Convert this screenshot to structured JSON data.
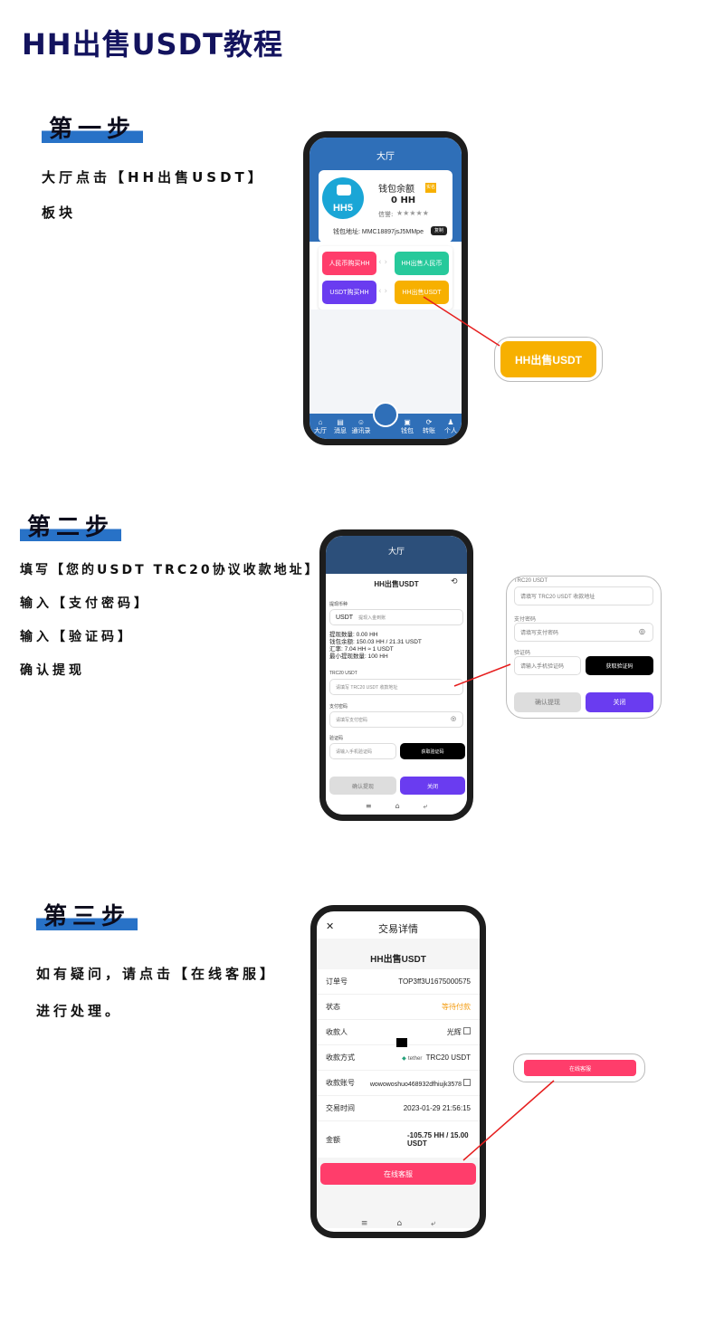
{
  "title": "HH出售USDT教程",
  "step1": {
    "heading": "第一步",
    "line1": "大厅点击【HH出售USDT】",
    "line2": "板块",
    "app_header": "大厅",
    "wallet_title": "钱包余额",
    "wallet_badge": "实名",
    "balance": "0 HH",
    "credit_label": "信誉:",
    "stars": "★★★★★",
    "logo_text": "HH5",
    "address": "钱包地址: MMC18897jsJ5MMpe",
    "copy": "复制",
    "buttons": [
      "人民币购买HH",
      "HH出售人民币",
      "USDT购买HH",
      "HH出售USDT"
    ],
    "callout": "HH出售USDT",
    "nav": [
      "大厅",
      "消息",
      "通讯录",
      "钱包",
      "转账",
      "个人"
    ]
  },
  "step2": {
    "heading": "第二步",
    "lines": [
      "填写【您的USDT TRC20协议收款地址】",
      "输入【支付密码】",
      "输入【验证码】",
      "确认提现"
    ],
    "app_header": "大厅",
    "modal_title": "HH出售USDT",
    "currency_label": "提现币种",
    "currency_value": "USDT",
    "currency_hint": "提现入金到账",
    "info": [
      "提现数量: 0.00 HH",
      "钱包余额: 150.03 HH / 21.31 USDT",
      "汇率: 7.04 HH ≈ 1 USDT",
      "最小提现数量: 100 HH"
    ],
    "addr_label": "TRC20 USDT",
    "addr_placeholder": "请填写 TRC20 USDT 收款地址",
    "pwd_label": "支付密码",
    "pwd_placeholder": "请填写支付密码",
    "code_label": "验证码",
    "code_placeholder": "请输入手机验证码",
    "get_code": "获取验证码",
    "confirm": "确认提现",
    "close": "关闭"
  },
  "step3": {
    "heading": "第三步",
    "line1": "如有疑问，请点击【在线客服】",
    "line2": "进行处理。",
    "close_x": "✕",
    "header": "交易详情",
    "subtitle": "HH出售USDT",
    "rows": [
      {
        "label": "订单号",
        "value": "TOP3ff3U1675000575"
      },
      {
        "label": "状态",
        "value": "等待付款"
      },
      {
        "label": "收款人",
        "value": "光辉"
      },
      {
        "label": "收款方式",
        "value": "TRC20 USDT"
      },
      {
        "label": "收款账号",
        "value": "wowowoshuo468932dfhiujk3578"
      },
      {
        "label": "交易时间",
        "value": "2023-01-29 21:56:15"
      }
    ],
    "tether": "tether",
    "amount_label": "金额",
    "amount_value": "-105.75 HH / 15.00 USDT",
    "service_button": "在线客服",
    "callout": "在线客服"
  },
  "colors": {
    "blue": "#2f6fb8",
    "orange": "#f7b000",
    "pink": "#ff3d6b",
    "purple": "#6a3cf0",
    "green": "#27c99b"
  }
}
